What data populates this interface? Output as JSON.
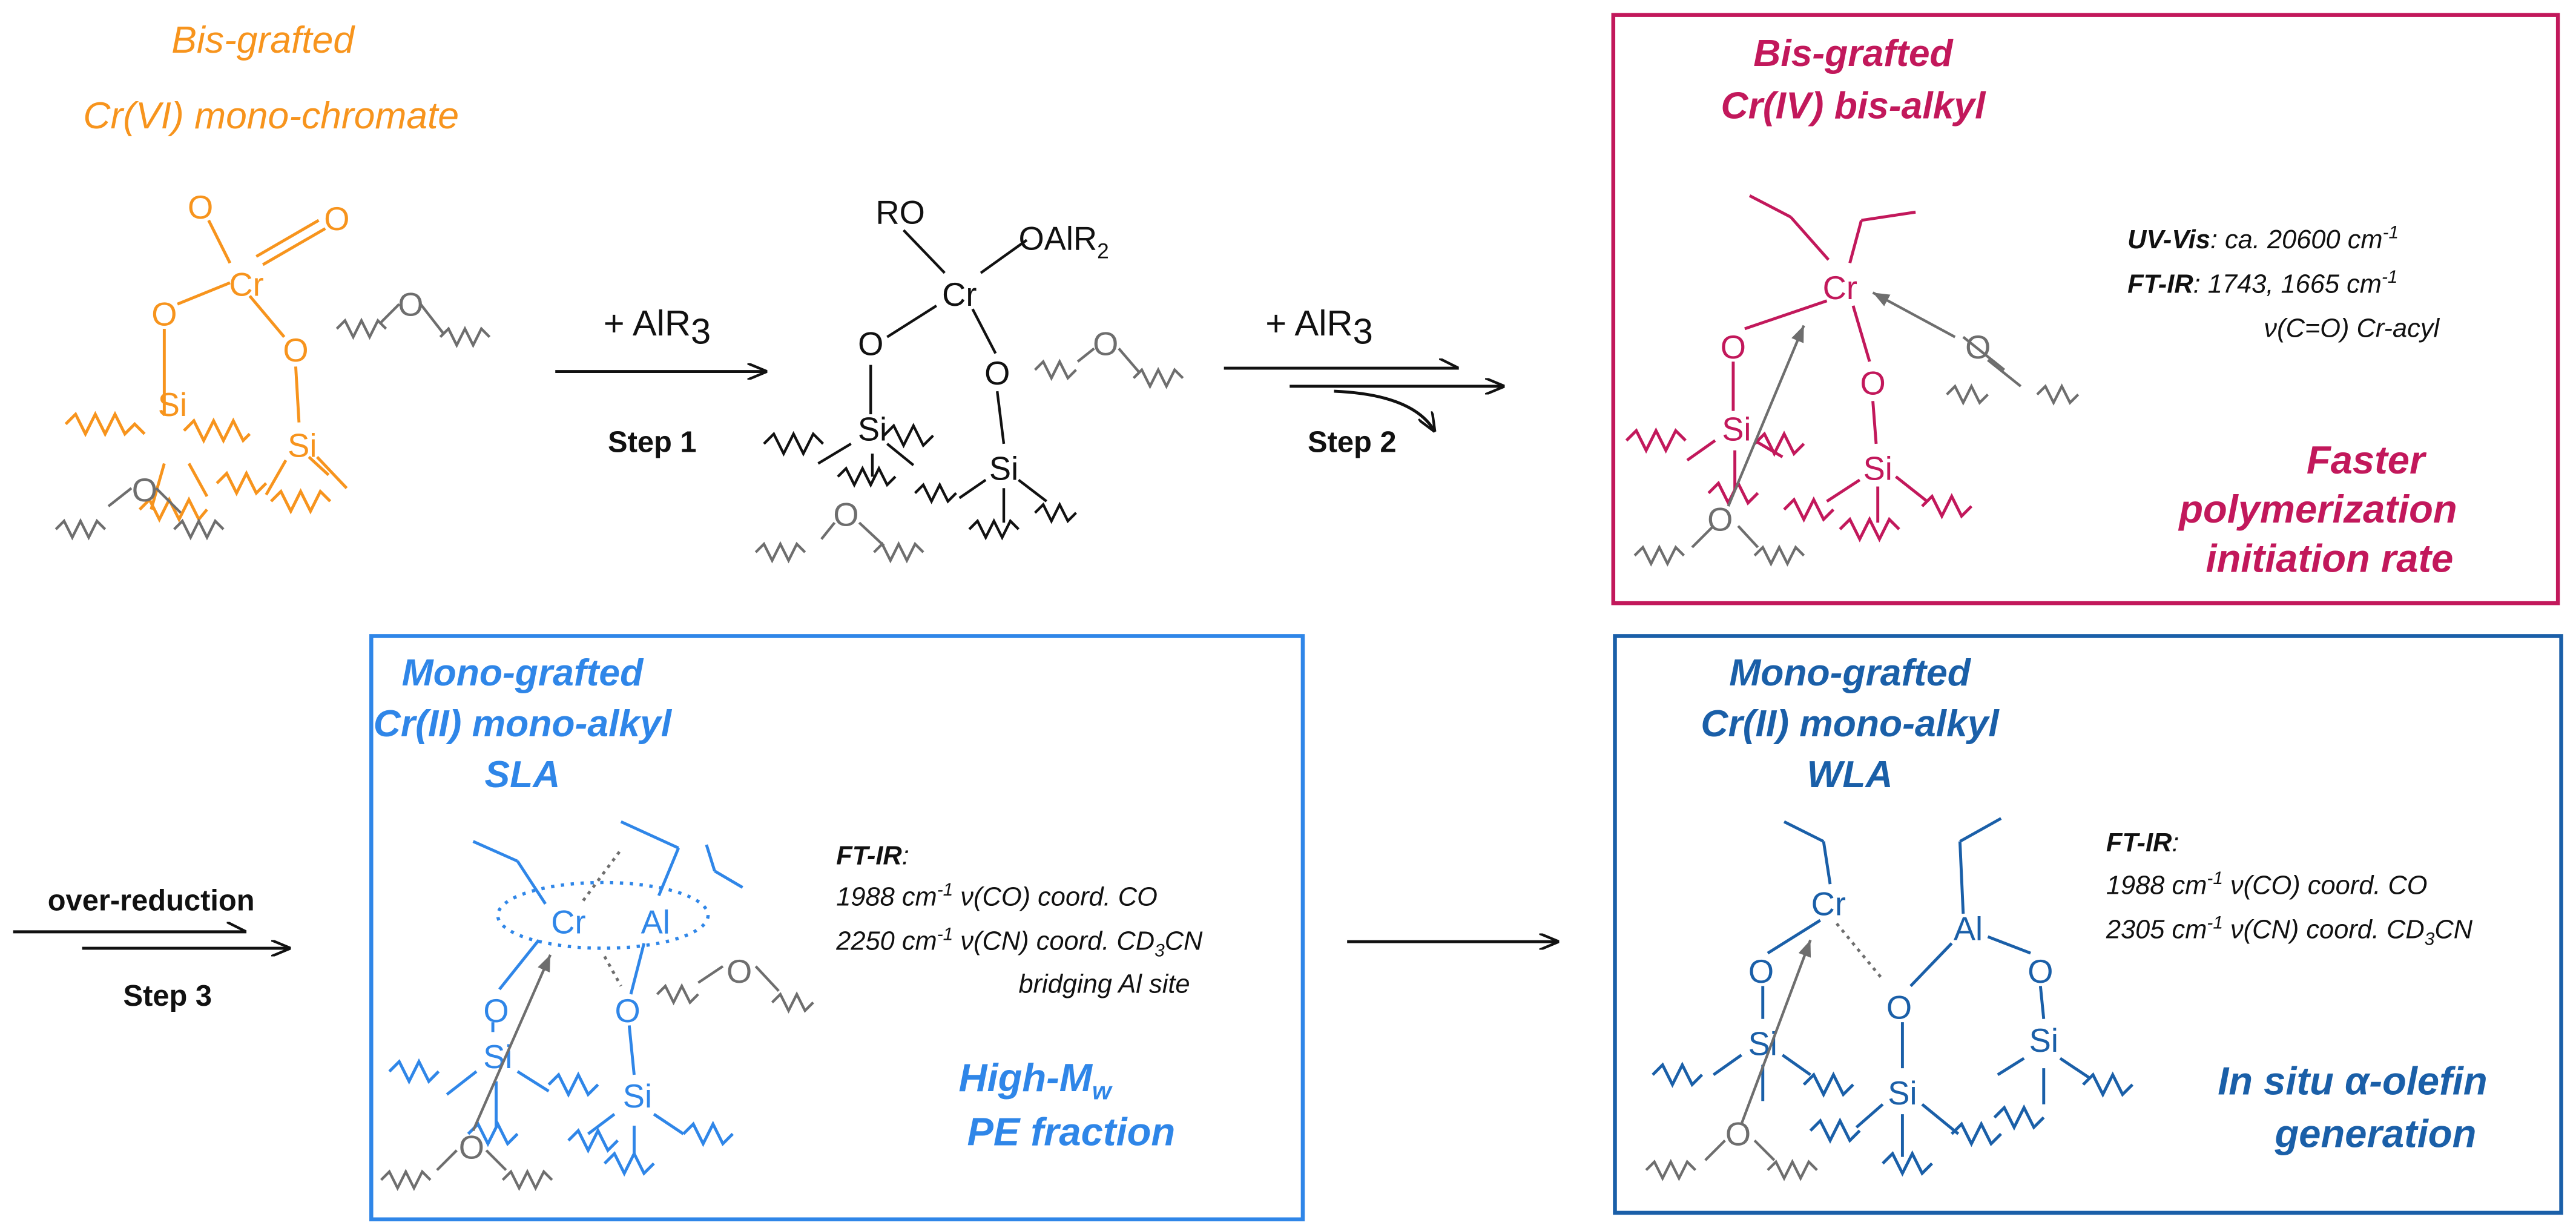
{
  "colors": {
    "orange": "#F7941D",
    "crimson": "#C2185B",
    "light_blue": "#2F86E8",
    "dark_blue": "#1A5FA8",
    "gray": "#6E6E6E",
    "black": "#111111"
  },
  "bis_chromate": {
    "title_line1": "Bis-grafted",
    "title_line2": "Cr(VI) mono-chromate",
    "atoms": {
      "o_top_left": "O",
      "o_top_right": "O",
      "cr": "Cr",
      "o_left": "O",
      "o_right": "O",
      "si_left": "Si",
      "si_right": "Si",
      "o_surface_1": "O",
      "o_surface_2": "O"
    }
  },
  "step1": {
    "reagent": "+ AlR",
    "reagent_sub": "3",
    "label": "Step 1"
  },
  "intermediate": {
    "ro": "RO",
    "oalr2": "OAlR",
    "oalr2_sub": "2",
    "cr": "Cr",
    "o_left": "O",
    "o_right": "O",
    "si_left": "Si",
    "si_right": "Si",
    "o_surface_1": "O",
    "o_surface_2": "O"
  },
  "step2": {
    "reagent": "+ AlR",
    "reagent_sub": "3",
    "label": "Step 2"
  },
  "bis_alkyl": {
    "title_line1": "Bis-grafted",
    "title_line2": "Cr(IV) bis-alkyl",
    "uvvis_label": "UV-Vis",
    "uvvis_value": ": ca. 20600 cm",
    "uvvis_exp": "-1",
    "ftir_label": "FT-IR",
    "ftir_value": ":      1743, 1665 cm",
    "ftir_exp": "-1",
    "ftir_assign": "ν(C=O) Cr-acyl",
    "property_line1": "Faster",
    "property_line2": "polymerization",
    "property_line3": "initiation rate",
    "atoms": {
      "cr": "Cr",
      "o_left": "O",
      "o_right": "O",
      "si_left": "Si",
      "si_right": "Si",
      "o_surface_1": "O",
      "o_surface_2": "O"
    }
  },
  "step3": {
    "label_top": "over-reduction",
    "label_bottom": "Step 3"
  },
  "sla": {
    "title_line1": "Mono-grafted",
    "title_line2": "Cr(II) mono-alkyl",
    "title_line3": "SLA",
    "ftir_label": "FT-IR",
    "ftir_colon": ":",
    "line1_a": "1988 cm",
    "line1_exp": "-1",
    "line1_b": " ν(CO) coord. CO",
    "line2_a": "2250 cm",
    "line2_exp": "-1",
    "line2_b": "   ν(CN) coord. CD",
    "line2_sub1": "3",
    "line2_c": "CN",
    "line3": "bridging Al site",
    "property_line1": "High-M",
    "property_sub": "w",
    "property_line2": "PE fraction",
    "atoms": {
      "cr": "Cr",
      "al": "Al",
      "o_left": "O",
      "o_mid": "O",
      "si_left": "Si",
      "si_right": "Si",
      "o_surface_1": "O",
      "o_surface_2": "O"
    }
  },
  "wla": {
    "title_line1": "Mono-grafted",
    "title_line2": "Cr(II) mono-alkyl",
    "title_line3": "WLA",
    "ftir_label": "FT-IR",
    "ftir_colon": ":",
    "line1_a": "1988 cm",
    "line1_exp": "-1",
    "line1_b": "  ν(CO) coord. CO",
    "line2_a": "2305 cm",
    "line2_exp": "-1",
    "line2_b": "  ν(CN) coord. CD",
    "line2_sub1": "3",
    "line2_c": "CN",
    "property_line1_a": "In situ ",
    "property_line1_alpha": "α",
    "property_line1_b": "-olefin",
    "property_line2": "generation",
    "atoms": {
      "cr": "Cr",
      "al": "Al",
      "o_left": "O",
      "o_mid": "O",
      "o_right": "O",
      "si_left": "Si",
      "si_mid": "Si",
      "si_right": "Si",
      "o_surface_1": "O"
    }
  }
}
